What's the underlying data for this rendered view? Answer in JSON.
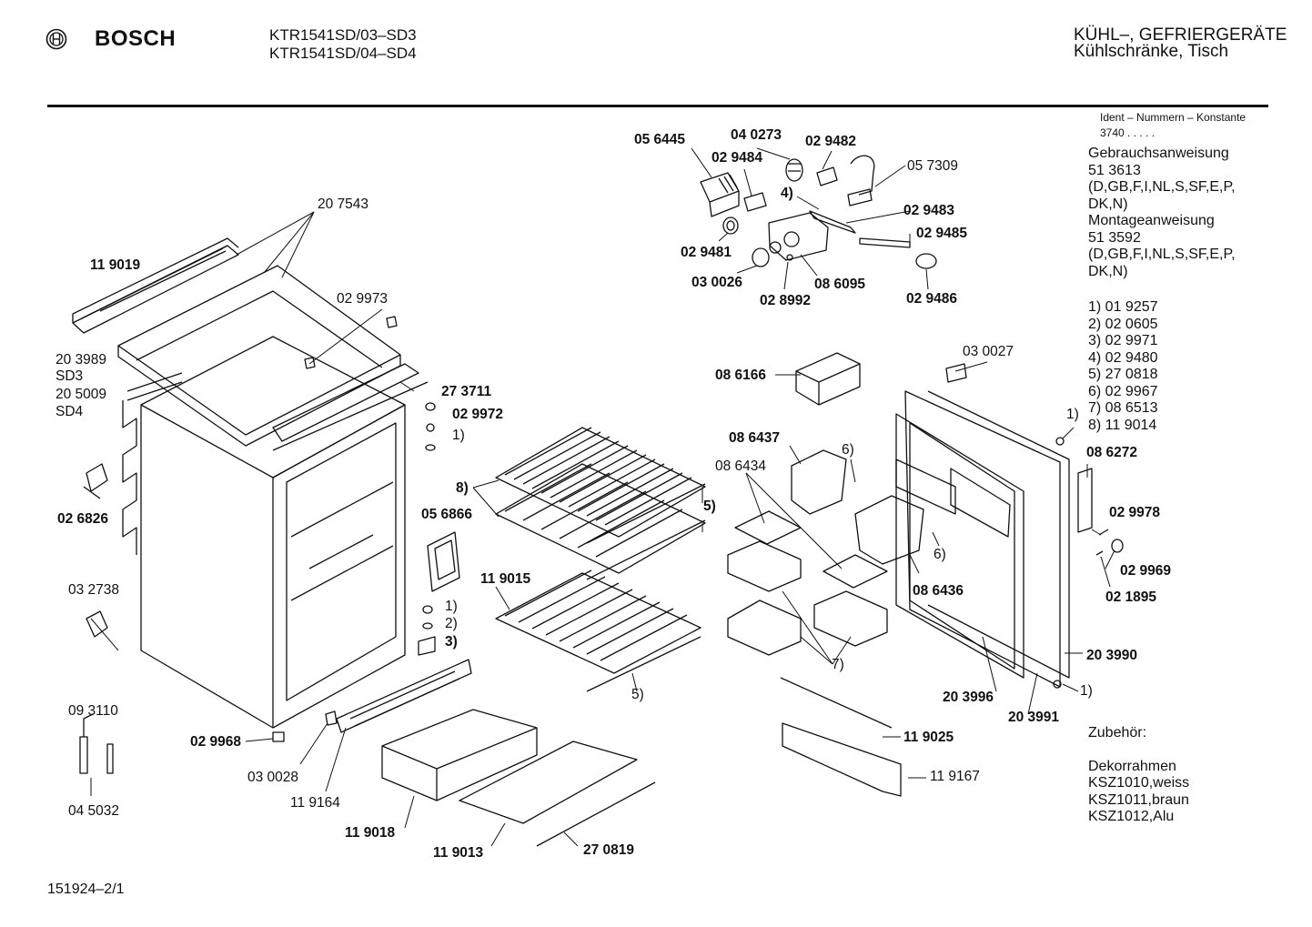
{
  "header": {
    "brand": "BOSCH",
    "models": [
      "KTR1541SD/03–SD3",
      "KTR1541SD/04–SD4"
    ],
    "category": "KÜHL–, GEFRIERGERÄTE",
    "subcategory": "Kühlschränke, Tisch"
  },
  "side_info": {
    "ident_title": "Ident – Nummern – Konstante",
    "ident_value": "3740  .  .  .  .  .",
    "lines": [
      "Gebrauchsanweisung",
      "51 3613",
      "(D,GB,F,I,NL,S,SF,E,P,",
      "DK,N)",
      "Montageanweisung",
      "51 3592",
      "(D,GB,F,I,NL,S,SF,E,P,",
      "DK,N)"
    ],
    "footnotes": [
      "1)  01 9257",
      "2)  02 0605",
      "3)  02 9971",
      "4)  02 9480",
      "5)  27 0818",
      "6)  02 9967",
      "7)  08 6513",
      "8)  11 9014"
    ],
    "accessories": [
      "Zubehör:",
      "",
      "Dekorrahmen",
      "KSZ1010,weiss",
      "KSZ1011,braun",
      "KSZ1012,Alu"
    ]
  },
  "footer": {
    "doc_id": "151924–2/1"
  },
  "part_labels": [
    {
      "id": "l01",
      "text": "05 6445",
      "bold": true
    },
    {
      "id": "l02",
      "text": "04 0273",
      "bold": true
    },
    {
      "id": "l03",
      "text": "02 9482",
      "bold": true
    },
    {
      "id": "l04",
      "text": "02 9484",
      "bold": true
    },
    {
      "id": "l05",
      "text": "05 7309",
      "bold": false
    },
    {
      "id": "l06",
      "text": "4)",
      "bold": true
    },
    {
      "id": "l07",
      "text": "02 9483",
      "bold": true
    },
    {
      "id": "l08",
      "text": "02 9485",
      "bold": true
    },
    {
      "id": "l09",
      "text": "02 9481",
      "bold": true
    },
    {
      "id": "l10",
      "text": "03 0026",
      "bold": true
    },
    {
      "id": "l11",
      "text": "08 6095",
      "bold": true
    },
    {
      "id": "l12",
      "text": "02 8992",
      "bold": true
    },
    {
      "id": "l13",
      "text": "02 9486",
      "bold": true
    },
    {
      "id": "l14",
      "text": "20 7543",
      "bold": false
    },
    {
      "id": "l15",
      "text": "11 9019",
      "bold": true
    },
    {
      "id": "l16",
      "text": "02 9973",
      "bold": false
    },
    {
      "id": "l17",
      "text": "20 3989",
      "bold": false
    },
    {
      "id": "l18",
      "text": "SD3",
      "bold": false
    },
    {
      "id": "l19",
      "text": "20 5009",
      "bold": false
    },
    {
      "id": "l20",
      "text": "SD4",
      "bold": false
    },
    {
      "id": "l21",
      "text": "27 3711",
      "bold": true
    },
    {
      "id": "l22",
      "text": "02 9972",
      "bold": true
    },
    {
      "id": "l23",
      "text": "1)",
      "bold": false
    },
    {
      "id": "l24",
      "text": "02 6826",
      "bold": true
    },
    {
      "id": "l25",
      "text": "05 6866",
      "bold": true
    },
    {
      "id": "l26",
      "text": "8)",
      "bold": true
    },
    {
      "id": "l27",
      "text": "5)",
      "bold": true
    },
    {
      "id": "l28",
      "text": "11 9015",
      "bold": true
    },
    {
      "id": "l29",
      "text": "03 2738",
      "bold": false
    },
    {
      "id": "l30",
      "text": "1)",
      "bold": false
    },
    {
      "id": "l31",
      "text": "2)",
      "bold": false
    },
    {
      "id": "l32",
      "text": "3)",
      "bold": true
    },
    {
      "id": "l33",
      "text": "5)",
      "bold": false
    },
    {
      "id": "l34",
      "text": "09 3110",
      "bold": false
    },
    {
      "id": "l35",
      "text": "02 9968",
      "bold": true
    },
    {
      "id": "l36",
      "text": "03 0028",
      "bold": false
    },
    {
      "id": "l37",
      "text": "11 9164",
      "bold": false
    },
    {
      "id": "l38",
      "text": "04 5032",
      "bold": false
    },
    {
      "id": "l39",
      "text": "11 9018",
      "bold": true
    },
    {
      "id": "l40",
      "text": "11 9013",
      "bold": true
    },
    {
      "id": "l41",
      "text": "27 0819",
      "bold": true
    },
    {
      "id": "l42",
      "text": "08 6166",
      "bold": true
    },
    {
      "id": "l43",
      "text": "03 0027",
      "bold": false
    },
    {
      "id": "l44",
      "text": "08 6437",
      "bold": true
    },
    {
      "id": "l45",
      "text": "6)",
      "bold": false
    },
    {
      "id": "l46",
      "text": "08 6434",
      "bold": false
    },
    {
      "id": "l47",
      "text": "1)",
      "bold": false
    },
    {
      "id": "l48",
      "text": "08 6272",
      "bold": true
    },
    {
      "id": "l49",
      "text": "02 9978",
      "bold": true
    },
    {
      "id": "l50",
      "text": "6)",
      "bold": false
    },
    {
      "id": "l51",
      "text": "08 6436",
      "bold": true
    },
    {
      "id": "l52",
      "text": "02 9969",
      "bold": true
    },
    {
      "id": "l53",
      "text": "02 1895",
      "bold": true
    },
    {
      "id": "l54",
      "text": "7)",
      "bold": false
    },
    {
      "id": "l55",
      "text": "20 3990",
      "bold": true
    },
    {
      "id": "l56",
      "text": "20 3996",
      "bold": true
    },
    {
      "id": "l57",
      "text": "20 3991",
      "bold": true
    },
    {
      "id": "l58",
      "text": "1)",
      "bold": false
    },
    {
      "id": "l59",
      "text": "11 9025",
      "bold": true
    },
    {
      "id": "l60",
      "text": "11 9167",
      "bold": false
    }
  ]
}
